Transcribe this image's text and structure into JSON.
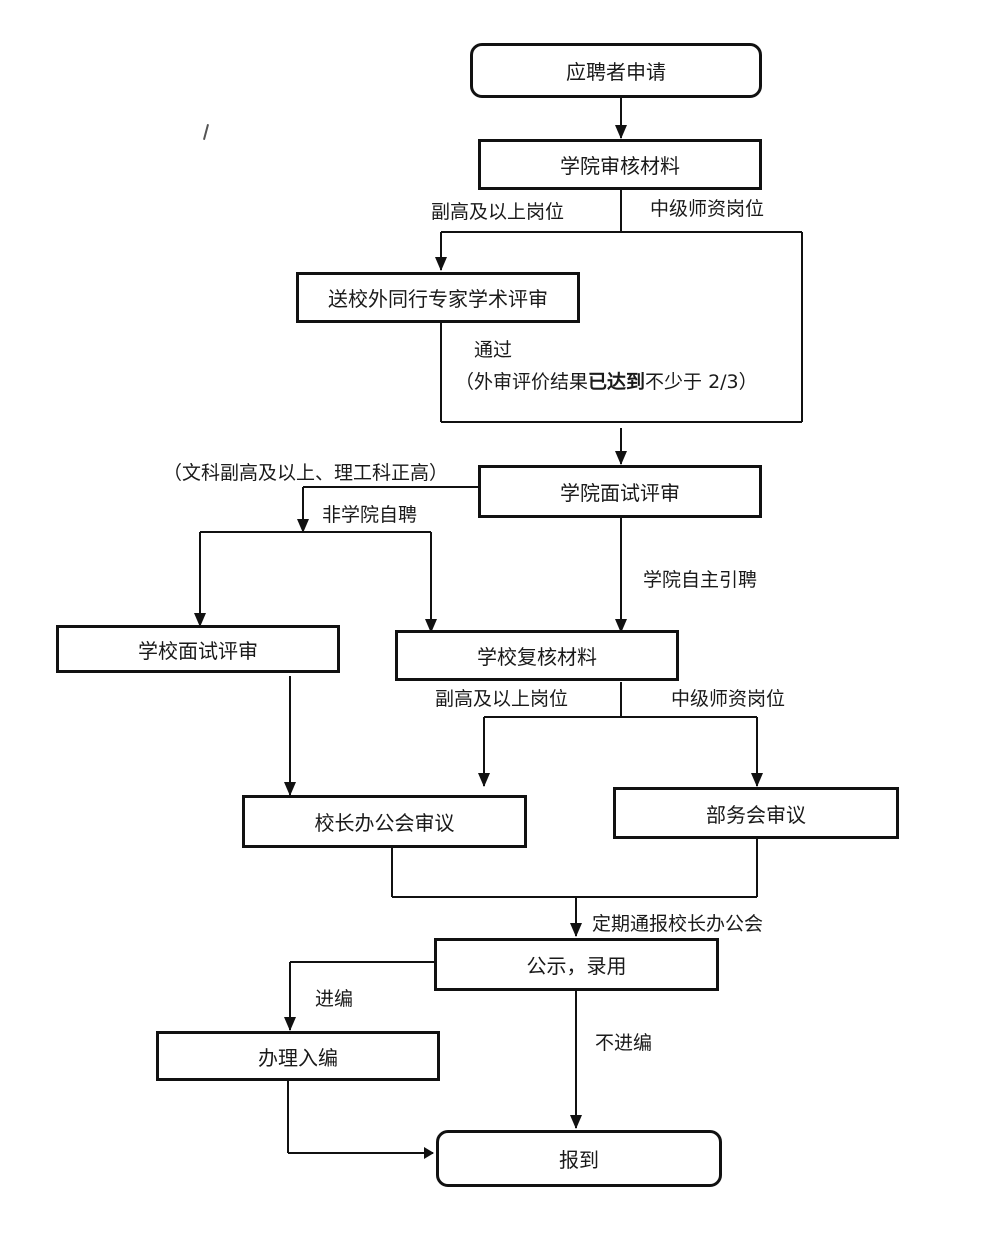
{
  "nodes": {
    "apply": "应聘者申请",
    "college_review": "学院审核材料",
    "external_review": "送校外同行专家学术评审",
    "college_interview": "学院面试评审",
    "school_interview": "学校面试评审",
    "school_recheck": "学校复核材料",
    "president_meeting": "校长办公会审议",
    "dept_meeting": "部务会审议",
    "publicity": "公示，录用",
    "staffing": "办理入编",
    "report": "报到"
  },
  "labels": {
    "senior_posts_1": "副高及以上岗位",
    "mid_posts_1": "中级师资岗位",
    "passed": "通过",
    "pass_condition_prefix": "（外审评价结果",
    "pass_condition_bold": "已达到",
    "pass_condition_suffix": "不少于 2/3）",
    "category_note": "（文科副高及以上、理工科正高）",
    "non_college_hire": "非学院自聘",
    "college_self_hire": "学院自主引聘",
    "senior_posts_2": "副高及以上岗位",
    "mid_posts_2": "中级师资岗位",
    "report_to_president": "定期通报校长办公会",
    "into_staffing": "进编",
    "not_into_staffing": "不进编"
  },
  "stray_mark": "/"
}
